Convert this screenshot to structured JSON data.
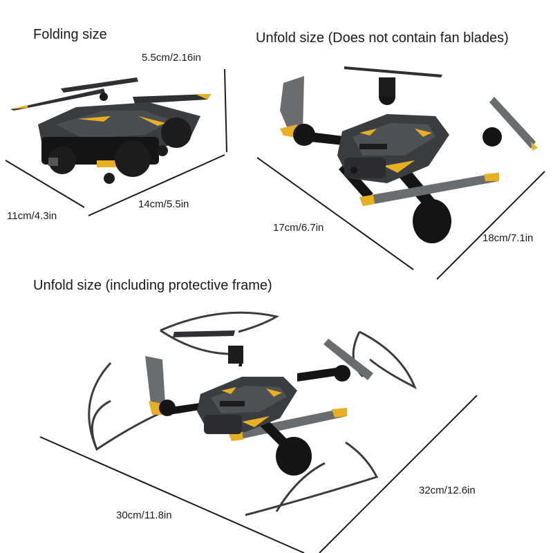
{
  "sections": {
    "folding": {
      "heading": "Folding size",
      "height": "5.5cm/2.16in",
      "width": "11cm/4.3in",
      "length": "14cm/5.5in"
    },
    "unfold": {
      "heading": "Unfold size (Does not contain fan blades)",
      "length": "17cm/6.7in",
      "width": "18cm/7.1in"
    },
    "frame": {
      "heading": "Unfold size (including protective frame)",
      "length": "30cm/11.8in",
      "width": "32cm/12.6in"
    }
  },
  "colors": {
    "accent": "#e8b021",
    "body": "#3a3d40",
    "dark": "#141414",
    "line": "#1a1a1a"
  }
}
